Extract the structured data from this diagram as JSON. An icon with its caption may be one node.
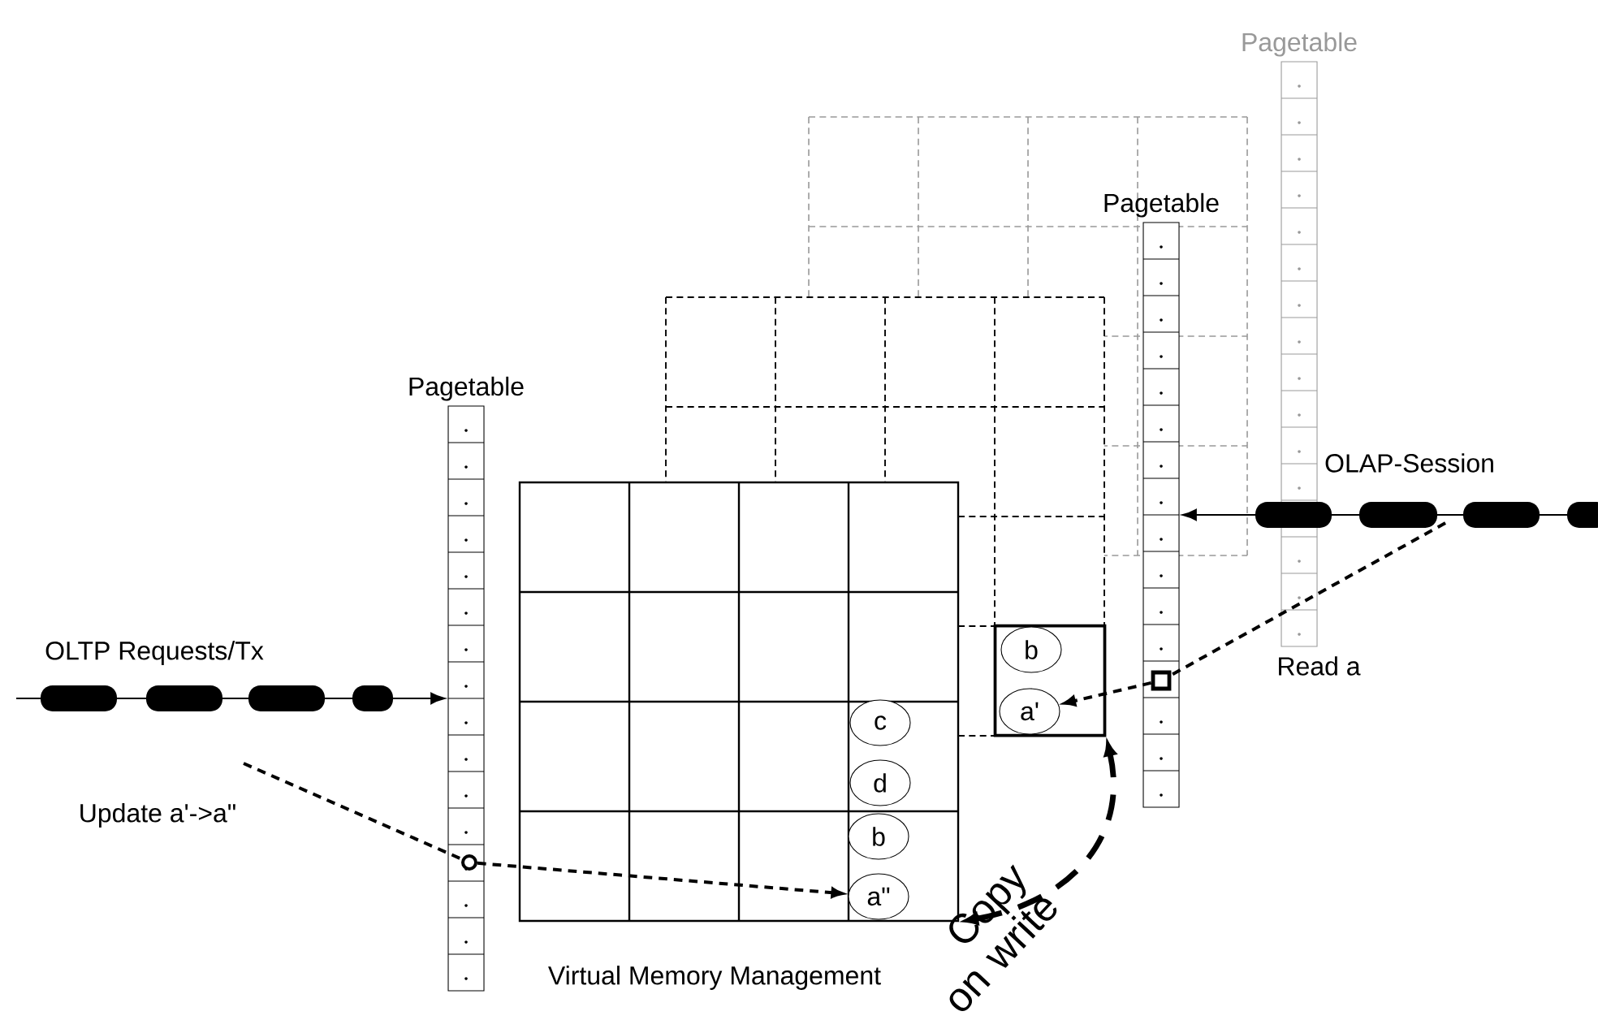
{
  "diagram": {
    "nodes": [
      {
        "text": [
          "Pagetable"
        ]
      },
      {
        "text": [],
        "shape": "circle",
        "in": 0
      },
      {
        "text": [],
        "shape": "box"
      },
      {
        "text": [
          "c"
        ],
        "in": 2
      },
      {
        "text": [
          "d"
        ],
        "in": 2
      },
      {
        "text": [
          "b"
        ],
        "in": 2
      },
      {
        "text": [
          "a\""
        ],
        "in": 2
      },
      {
        "text": [
          "Pagetable"
        ]
      },
      {
        "text": [],
        "shape": "box",
        "in": 7
      },
      {
        "text": [
          "Pagetable"
        ]
      },
      {
        "text": [],
        "shape": "box"
      },
      {
        "text": [
          "b"
        ],
        "in": 10
      },
      {
        "text": [
          "a'"
        ],
        "in": 10
      }
    ],
    "edges": [
      {
        "from": null,
        "to": 0,
        "arrow": "to",
        "label": "OLTP Requests/Tx"
      },
      {
        "from": null,
        "to": 7,
        "arrow": "to",
        "label": "OLAP-Session"
      },
      {
        "from": null,
        "to": 1,
        "arrow": "none",
        "style": "dashed",
        "label": "Update a'->a\""
      },
      {
        "from": 1,
        "to": 6,
        "arrow": "to",
        "style": "dashed"
      },
      {
        "from": null,
        "to": 8,
        "arrow": "none",
        "style": "dashed",
        "label": "Read a"
      },
      {
        "from": 8,
        "to": 12,
        "arrow": "to",
        "style": "dashed"
      },
      {
        "from": 2,
        "to": 10,
        "arrow": "both",
        "style": "dashed",
        "label": "Copy on write"
      }
    ],
    "labels": [
      "Virtual Memory Management"
    ]
  }
}
